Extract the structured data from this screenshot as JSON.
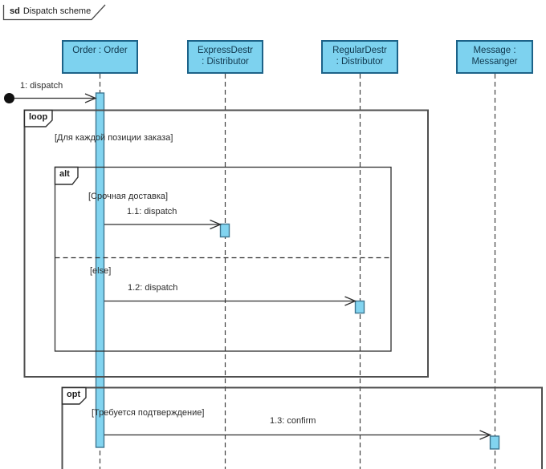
{
  "frame": {
    "keyword": "sd",
    "title": "Dispatch scheme"
  },
  "lifelines": [
    {
      "id": "order",
      "name": "Order : Order"
    },
    {
      "id": "express",
      "name": "ExpressDestr\n: Distributor"
    },
    {
      "id": "regular",
      "name": "RegularDestr\n: Distributor"
    },
    {
      "id": "message",
      "name": "Message :\nMessanger"
    }
  ],
  "fragments": {
    "loop": {
      "operator": "loop",
      "guard": "[Для каждой позиции заказа]"
    },
    "alt": {
      "operator": "alt",
      "guard_if": "[Срочная доставка]",
      "guard_else": "[else]"
    },
    "opt": {
      "operator": "opt",
      "guard": "[Требуется подтверждение]"
    }
  },
  "messages": [
    {
      "label": "1: dispatch"
    },
    {
      "label": "1.1: dispatch"
    },
    {
      "label": "1.2: dispatch"
    },
    {
      "label": "1.3: confirm"
    }
  ],
  "colors": {
    "header_fill": "#7DD2EF",
    "header_border": "#1C6288",
    "header_text": "#10384E",
    "activation_fill": "#82D4F0",
    "activation_border": "#3E7590",
    "line": "#2E2E2E",
    "frame_border": "#4F4F4F"
  }
}
